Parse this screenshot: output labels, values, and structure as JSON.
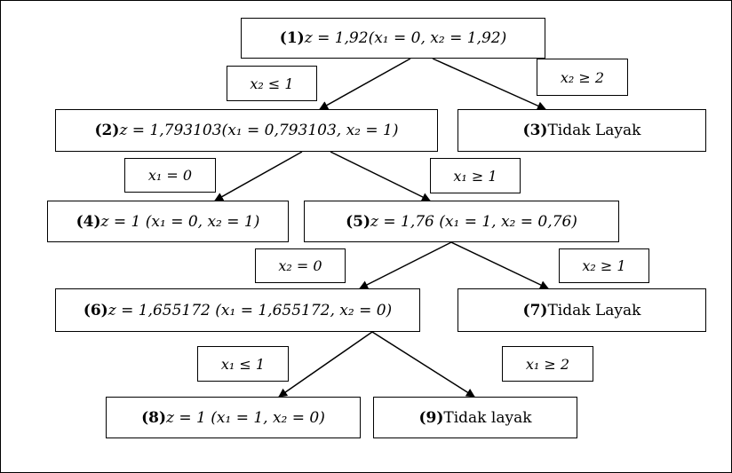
{
  "nodes": {
    "n1": {
      "num": "(1)",
      "text": " z = 1,92(x₁ = 0, x₂ = 1,92)"
    },
    "n2": {
      "num": "(2)",
      "text": " z = 1,793103(x₁ = 0,793103, x₂ = 1)"
    },
    "n3": {
      "num": "(3)",
      "text": " Tidak Layak"
    },
    "n4": {
      "num": "(4)",
      "text": "z = 1 (x₁ = 0, x₂ = 1)"
    },
    "n5": {
      "num": "(5)",
      "text": " z = 1,76 (x₁ = 1, x₂ = 0,76)"
    },
    "n6": {
      "num": "(6)",
      "text": " z = 1,655172 (x₁ = 1,655172, x₂ = 0)"
    },
    "n7": {
      "num": "(7)",
      "text": " Tidak Layak"
    },
    "n8": {
      "num": "(8)",
      "text": " z = 1 (x₁ = 1, x₂ = 0)"
    },
    "n9": {
      "num": "(9)",
      "text": " Tidak layak"
    }
  },
  "branches": {
    "b1": "x₂ ≤ 1",
    "b2": "x₂ ≥ 2",
    "b3": "x₁ = 0",
    "b4": "x₁ ≥ 1",
    "b5": "x₂ = 0",
    "b6": "x₂ ≥ 1",
    "b7": "x₁ ≤ 1",
    "b8": "x₁ ≥ 2"
  }
}
